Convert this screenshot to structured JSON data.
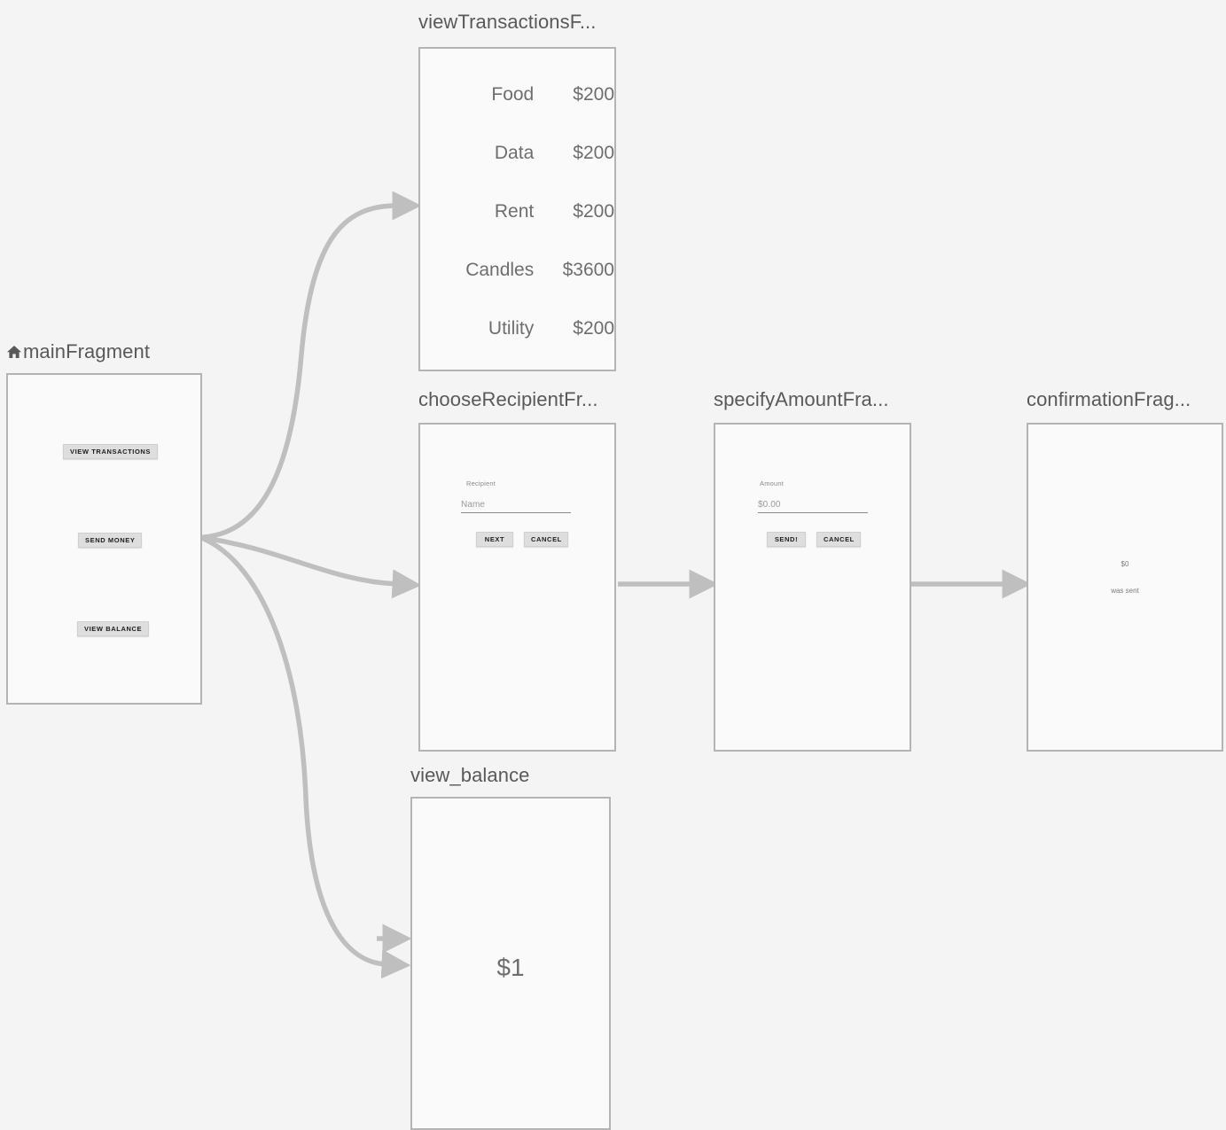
{
  "canvas": {
    "background": "#f4f4f4",
    "box_border_color": "#b4b4b4",
    "box_fill_color": "#fafafa",
    "edge_color": "#bfbfbf",
    "title_color": "#59595b"
  },
  "destinations": {
    "main": {
      "title": "mainFragment",
      "icon": "home-icon",
      "is_start": true,
      "buttons": [
        {
          "label": "VIEW TRANSACTIONS"
        },
        {
          "label": "SEND MONEY"
        },
        {
          "label": "VIEW BALANCE"
        }
      ]
    },
    "view_transactions": {
      "title": "viewTransactionsF...",
      "rows": [
        {
          "category": "Food",
          "amount": "$200"
        },
        {
          "category": "Data",
          "amount": "$200"
        },
        {
          "category": "Rent",
          "amount": "$200"
        },
        {
          "category": "Candles",
          "amount": "$3600"
        },
        {
          "category": "Utility",
          "amount": "$200"
        }
      ]
    },
    "choose_recipient": {
      "title": "chooseRecipientFr...",
      "field_label": "Recipient",
      "field_placeholder": "Name",
      "primary_button": "NEXT",
      "secondary_button": "CANCEL"
    },
    "specify_amount": {
      "title": "specifyAmountFra...",
      "field_label": "Amount",
      "field_placeholder": "$0.00",
      "primary_button": "SEND!",
      "secondary_button": "CANCEL"
    },
    "confirmation": {
      "title": "confirmationFrag...",
      "amount": "$0",
      "message": "was sent"
    },
    "view_balance": {
      "title": "view_balance",
      "amount": "$1"
    }
  }
}
